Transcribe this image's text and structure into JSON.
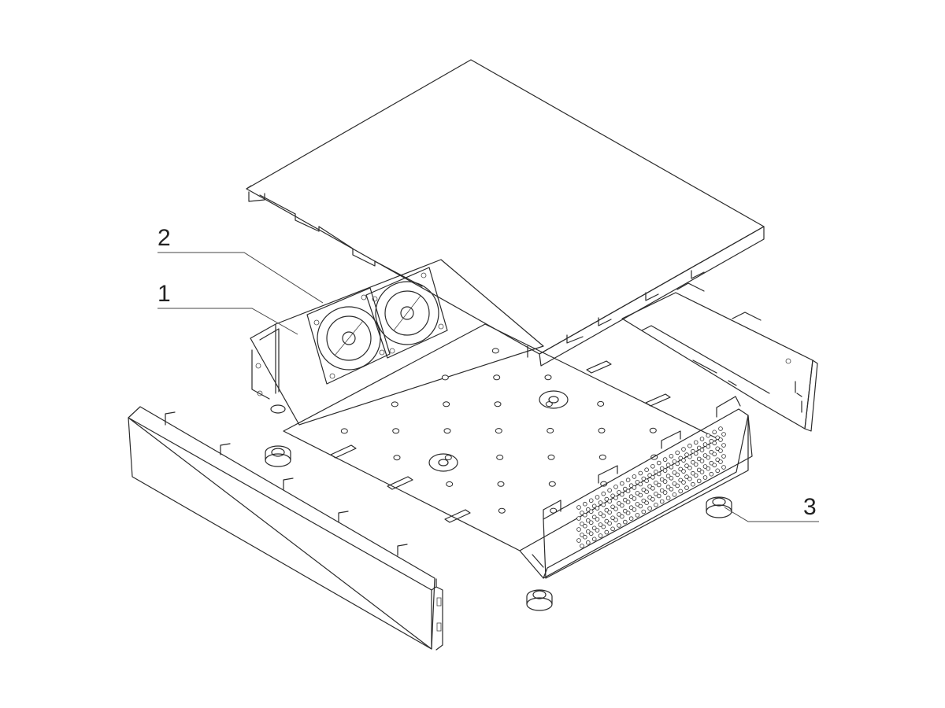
{
  "callouts": [
    {
      "id": "1",
      "label": "1"
    },
    {
      "id": "2",
      "label": "2"
    },
    {
      "id": "3",
      "label": "3"
    }
  ],
  "colors": {
    "line": "#2a2a2a",
    "lid": "#f7f7f7",
    "panel": "#f5f5f5",
    "plate": "#e1e1e1",
    "chassis": "#f0f0f0",
    "hole": "#ffffff"
  },
  "icons": [
    "fan-icon",
    "foot-icon"
  ]
}
